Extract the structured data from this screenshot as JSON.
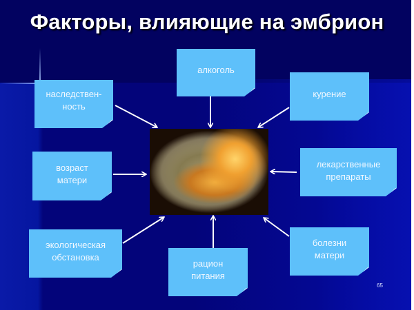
{
  "slide": {
    "title": "Факторы, влияющие на эмбрион",
    "page_number": "65",
    "colors": {
      "background": "#03036e",
      "box_fill": "#5ec0fa",
      "box_text": "#f2f8ff",
      "title_text": "#ffffff",
      "arrow": "#ffffff"
    }
  },
  "center_image": {
    "description": "embryo-photo"
  },
  "factors": [
    {
      "id": "heredity",
      "lines": [
        "наследствен-",
        "ность"
      ]
    },
    {
      "id": "alcohol",
      "lines": [
        "алкоголь"
      ]
    },
    {
      "id": "smoking",
      "lines": [
        "курение"
      ]
    },
    {
      "id": "mother-age",
      "lines": [
        "возраст",
        "матери"
      ]
    },
    {
      "id": "medications",
      "lines": [
        "лекарственные",
        "препараты"
      ]
    },
    {
      "id": "ecology",
      "lines": [
        "экологическая",
        "обстановка"
      ]
    },
    {
      "id": "nutrition",
      "lines": [
        "рацион",
        "питания"
      ]
    },
    {
      "id": "mother-diseases",
      "lines": [
        "болезни",
        "матери"
      ]
    }
  ]
}
